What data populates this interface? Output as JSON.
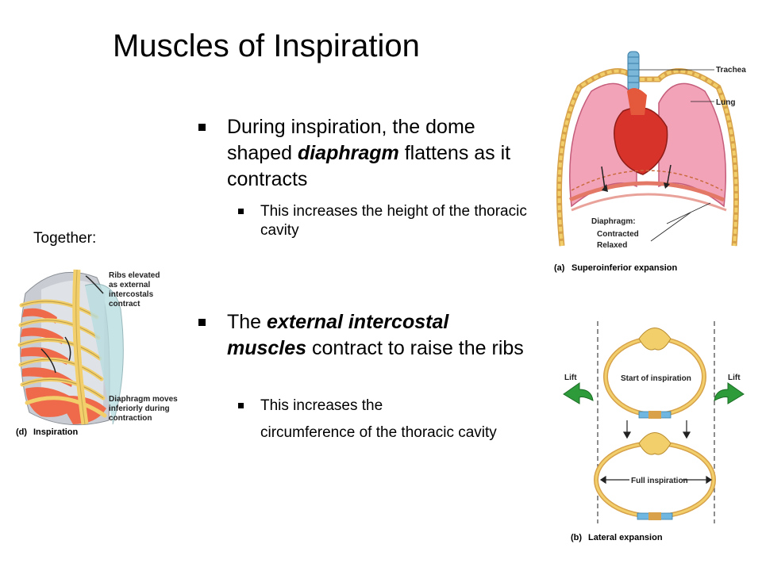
{
  "slide": {
    "title": "Muscles of Inspiration",
    "together_label": "Together:"
  },
  "bullets": [
    {
      "pre": "During inspiration, the dome shaped ",
      "emph": "diaphragm",
      "post": " flattens as it contracts",
      "sub": "This increases the height of the thoracic cavity"
    },
    {
      "pre": "The ",
      "emph": "external intercostal muscles",
      "post": " contract to raise the ribs",
      "sub_line1": "This increases the",
      "sub_line2": "circumference of the thoracic cavity"
    }
  ],
  "figure_inspiration": {
    "label_ribs": [
      "Ribs elevated",
      "as external",
      "intercostals",
      "contract"
    ],
    "label_diaphragm": [
      "Diaphragm moves",
      "inferiorly during",
      "contraction"
    ],
    "caption_letter": "(d)",
    "caption": "Inspiration"
  },
  "figure_superoinferior": {
    "label_trachea": "Trachea",
    "label_lung": "Lung",
    "label_diaphragm": "Diaphragm:",
    "label_contracted": "Contracted",
    "label_relaxed": "Relaxed",
    "caption_letter": "(a)",
    "caption": "Superoinferior expansion"
  },
  "figure_lateral": {
    "label_lift_left": "Lift",
    "label_lift_right": "Lift",
    "label_start": "Start of inspiration",
    "label_full": "Full inspiration",
    "caption_letter": "(b)",
    "caption": "Lateral expansion"
  },
  "colors": {
    "lung": "#f3a3b8",
    "heart": "#d8332b",
    "rib": "#f2cf6b",
    "diaphragm_muscle": "#ef6a4a",
    "trachea": "#7bb7d9",
    "arrow_green": "#2e9b3a"
  }
}
